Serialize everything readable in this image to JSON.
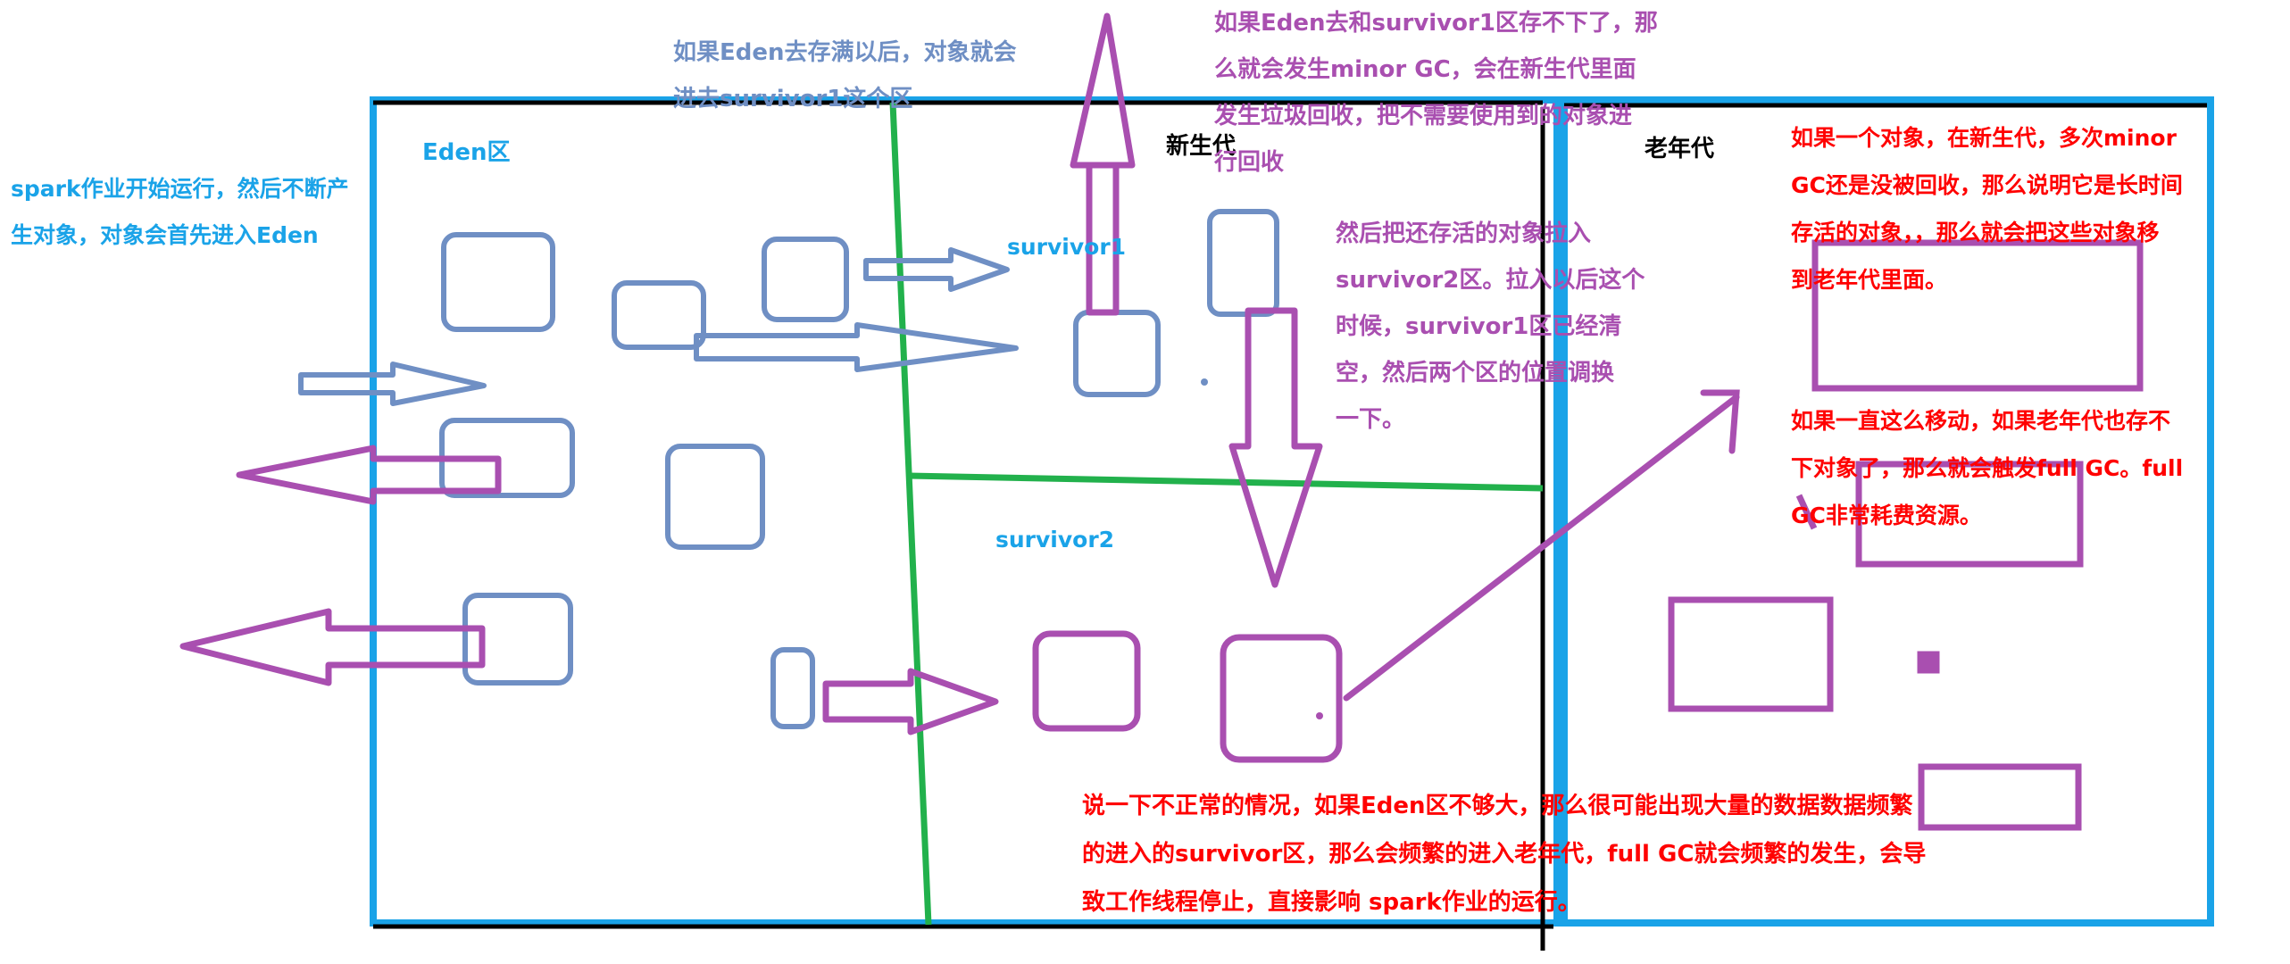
{
  "diagram": {
    "regions": {
      "eden_label": "Eden区",
      "young_gen_label": "新生代",
      "old_gen_label": "老年代",
      "survivor1_label": "survivor1",
      "survivor2_label": "survivor2"
    },
    "notes": {
      "spark_start": "spark作业开始运行，然后不断产\n生对象，对象会首先进入Eden",
      "eden_full": "如果Eden去存满以后，对象就会\n进去survivor1这个区",
      "minor_gc": "如果Eden去和survivor1区存不下了，那\n么就会发生minor GC，会在新生代里面\n发生垃圾回收，把不需要使用到的对象进\n行回收",
      "move_to_s2": "然后把还存活的对象拉入\nsurvivor2区。拉入以后这个\n时候，survivor1区已经清\n空，然后两个区的位置调换\n一下。",
      "promote_old": "如果一个对象，在新生代，多次minor\nGC还是没被回收，那么说明它是长时间\n存活的对象，，那么就会把这些对象移\n到老年代里面。",
      "full_gc": "如果一直这么移动，如果老年代也存不\n下对象了，那么就会触发full GC。full\nGC非常耗费资源。",
      "abnormal": "说一下不正常的情况，如果Eden区不够大，那么很可能出现大量的数据数据频繁\n的进入的survivor区，那么会频繁的进入老年代，full GC就会频繁的发生，会导\n致工作线程停止，直接影响 spark作业的运行。"
    },
    "colors": {
      "frame_blue": "#1aa3e8",
      "divider_green": "#22b14c",
      "object_steel": "#6f8fc4",
      "gc_purple": "#a94fb0",
      "note_red": "#ff0000",
      "frame_black": "#000000"
    }
  }
}
